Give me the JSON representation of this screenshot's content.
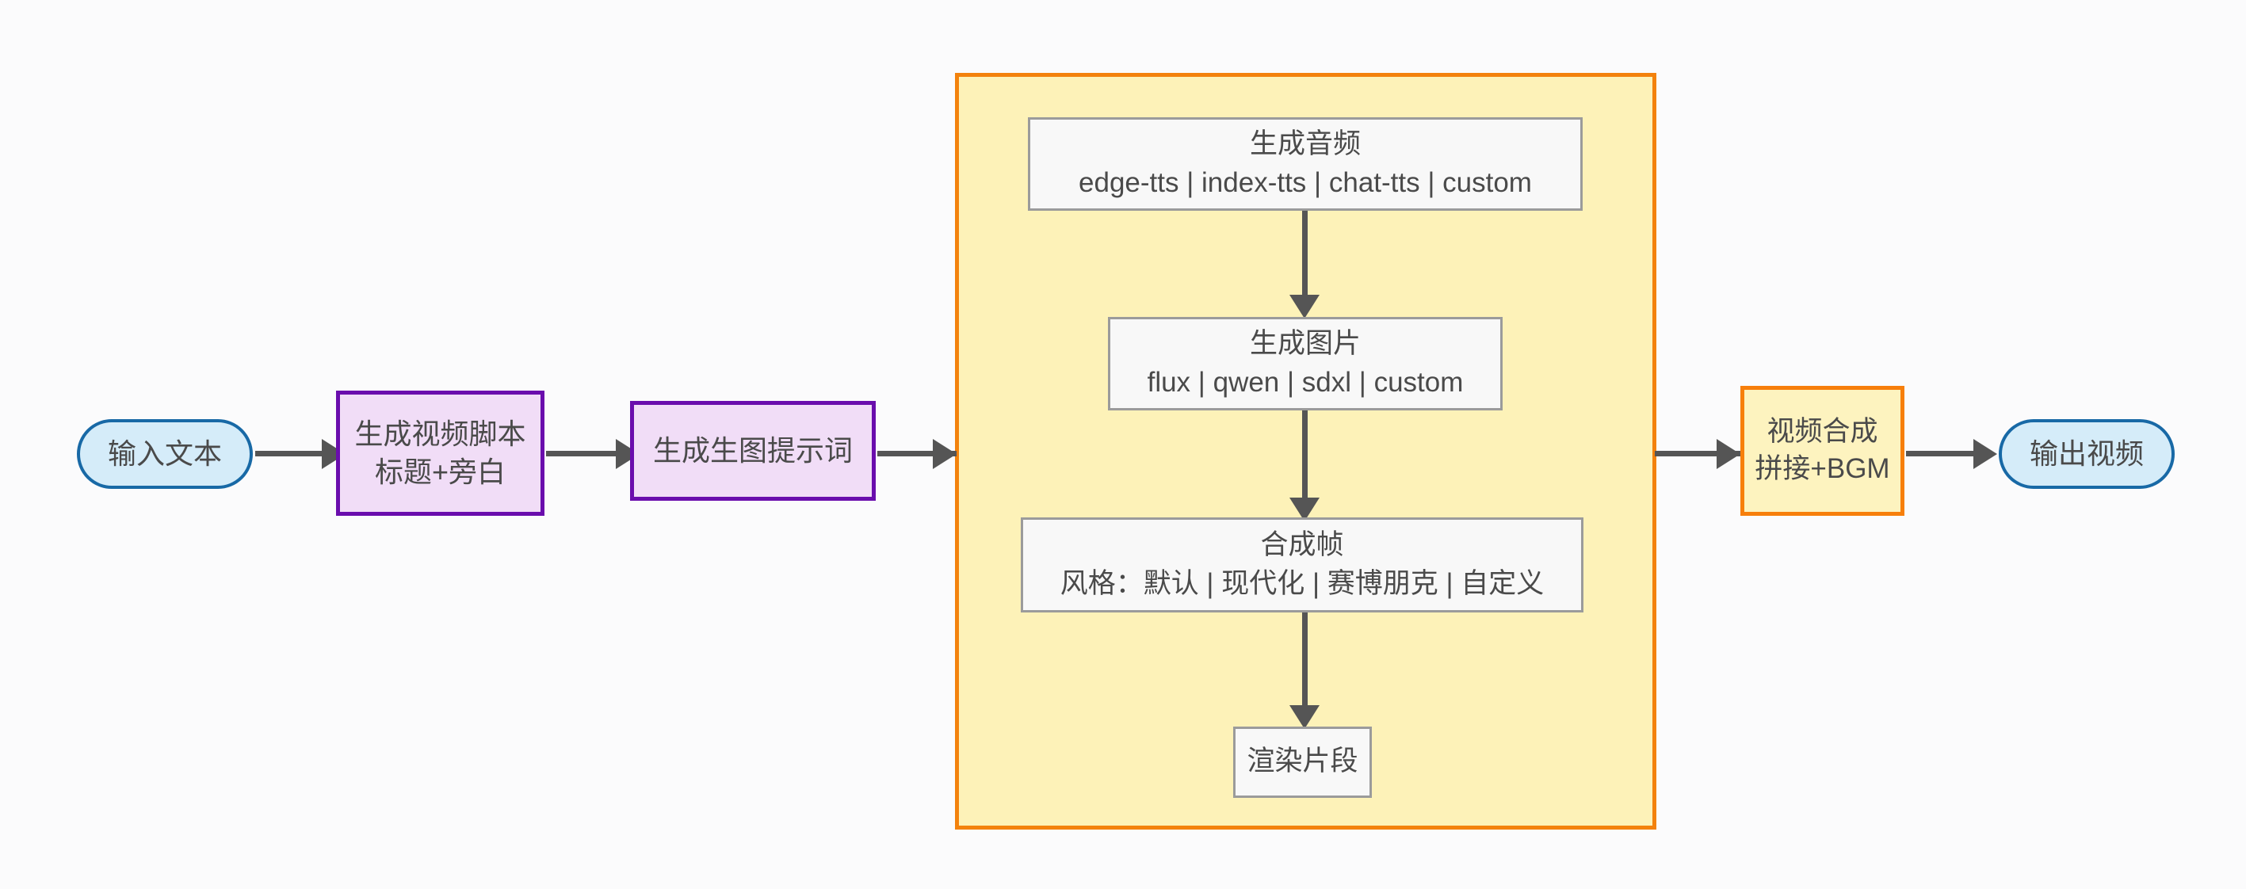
{
  "diagram": {
    "background_color": "#fbfbfc",
    "edge_color": "#555555",
    "nodes": {
      "input_text": {
        "label": "输入文本",
        "shape": "stadium",
        "fill": "#d5ecf9",
        "stroke": "#1869a6"
      },
      "generate_script": {
        "line1": "生成视频脚本",
        "line2": "标题+旁白",
        "shape": "rect",
        "fill": "#f1ddf7",
        "stroke": "#6a0dad"
      },
      "generate_prompt": {
        "label": "生成生图提示词",
        "shape": "rect",
        "fill": "#f1ddf7",
        "stroke": "#6a0dad"
      },
      "generate_audio": {
        "line1": "生成音频",
        "line2": "edge-tts | index-tts | chat-tts | custom",
        "shape": "rect",
        "fill": "#f8f8f8",
        "stroke": "#9b9b9b"
      },
      "generate_image": {
        "line1": "生成图片",
        "line2": "flux | qwen | sdxl | custom",
        "shape": "rect",
        "fill": "#f8f8f8",
        "stroke": "#9b9b9b"
      },
      "compose_frame": {
        "line1": "合成帧",
        "line2": "风格：默认 | 现代化 | 赛博朋克 | 自定义",
        "shape": "rect",
        "fill": "#f8f8f8",
        "stroke": "#9b9b9b"
      },
      "render_clip": {
        "label": "渲染片段",
        "shape": "rect",
        "fill": "#f8f8f8",
        "stroke": "#9b9b9b"
      },
      "video_merge": {
        "line1": "视频合成",
        "line2": "拼接+BGM",
        "shape": "rect",
        "fill": "#fdf3bf",
        "stroke": "#f77f0b"
      },
      "output_video": {
        "label": "输出视频",
        "shape": "stadium",
        "fill": "#d5ecf9",
        "stroke": "#1869a6"
      }
    },
    "subgraph": {
      "fill": "#fdf2b8",
      "stroke": "#f3820d"
    }
  }
}
